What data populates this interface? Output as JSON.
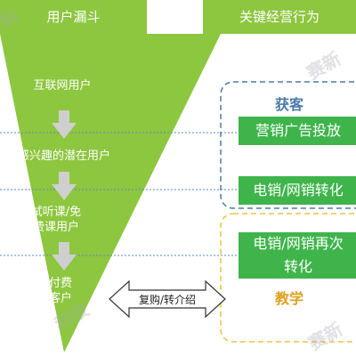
{
  "header": {
    "left_title": "用户漏斗",
    "right_title": "关键经营行为"
  },
  "funnel": {
    "stages": [
      "互联网用户",
      "感兴趣的潜在用户",
      "试听课/免\n费课用户",
      "付费\n客户"
    ],
    "color": "#8dc63f"
  },
  "behaviors": {
    "acquisition_label": "获客",
    "teaching_label": "教学",
    "items": [
      "营销广告投放",
      "电销/网销转化",
      "电销/网销再次\n转化"
    ],
    "box_color": "#3fb44b"
  },
  "repurchase": {
    "label": "复购/转介绍"
  },
  "watermark": {
    "text_1": "科",
    "text_2": "赛新",
    "text_3": "科技",
    "text_4": "赛新"
  },
  "colors": {
    "acquisition_border": "#4a7aa8",
    "teaching_border": "#f0c040",
    "dotted_line": "#5a8ab8",
    "arrow": "#c8c8c8"
  }
}
